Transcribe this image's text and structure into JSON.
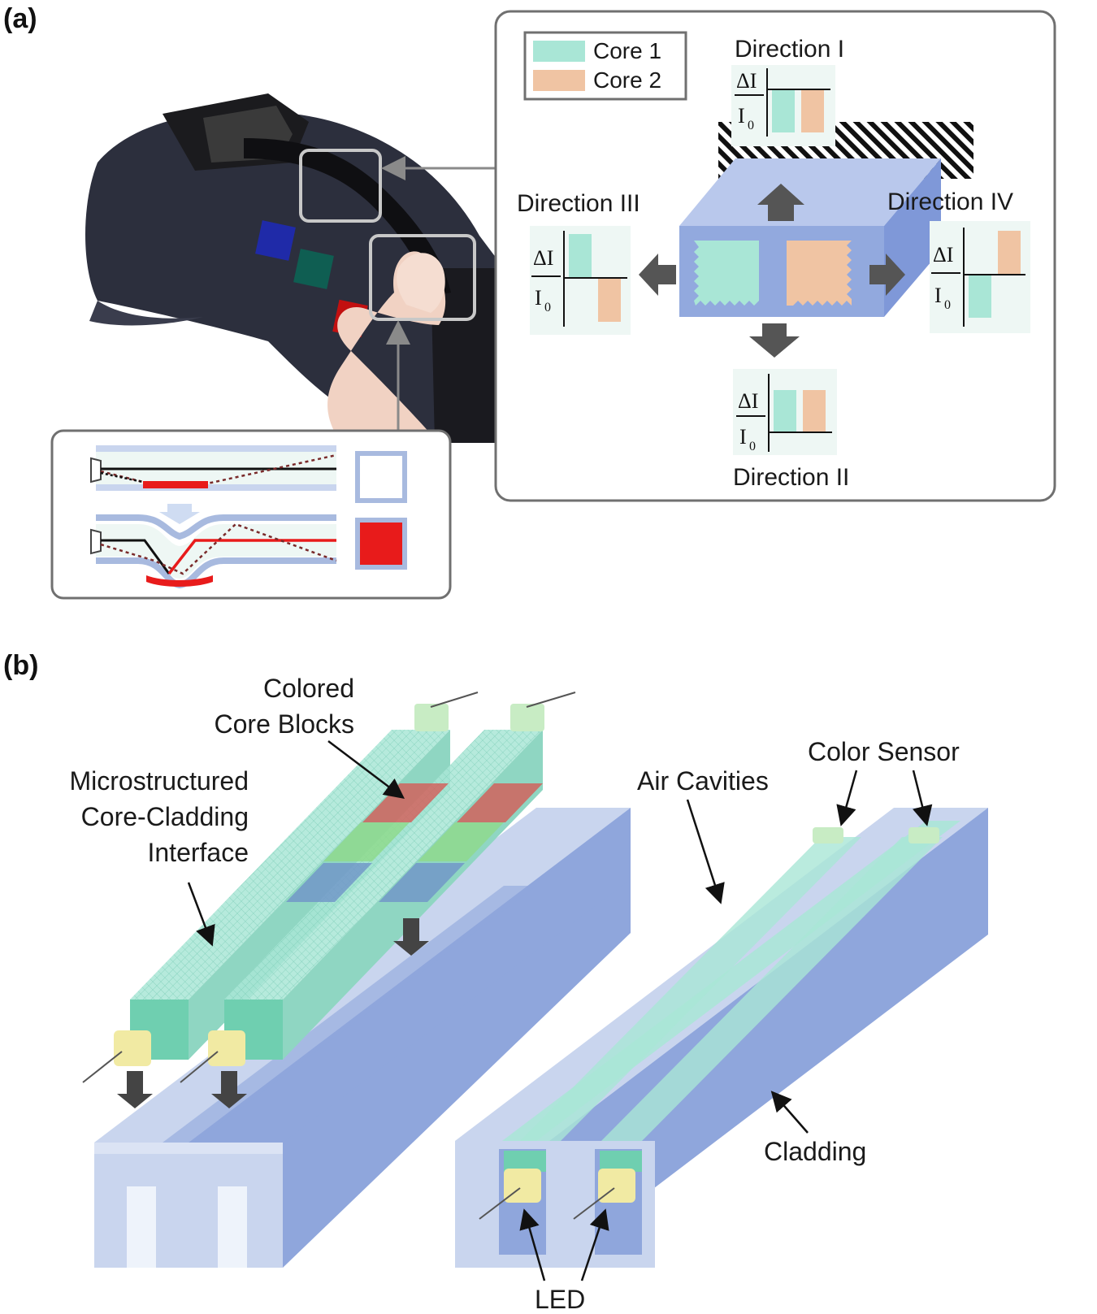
{
  "panel_a": {
    "label": "(a)",
    "legend": {
      "core1": "Core 1",
      "core2": "Core 2"
    },
    "directions": {
      "I": "Direction I",
      "II": "Direction II",
      "III": "Direction III",
      "IV": "Direction IV"
    },
    "delta_label": "ΔI",
    "i0_label": "I",
    "i0_sub": "0"
  },
  "panel_b": {
    "label": "(b)",
    "colored_core_blocks": [
      "Colored",
      "Core Blocks"
    ],
    "interface": [
      "Microstructured",
      "Core-Cladding",
      "Interface"
    ],
    "air_cavities": "Air Cavities",
    "color_sensor": "Color Sensor",
    "cladding": "Cladding",
    "led": "LED"
  },
  "colors": {
    "core1": "#a9e6d6",
    "core2": "#f0c4a3",
    "cladding": "#8fa6dc",
    "cladding_light": "#c9d5ee",
    "core_block_red": "#d9534f",
    "core_block_green": "#8ed98a",
    "core_block_blue": "#6f94c8",
    "led": "#f1eaa3",
    "arrow": "#555555"
  }
}
